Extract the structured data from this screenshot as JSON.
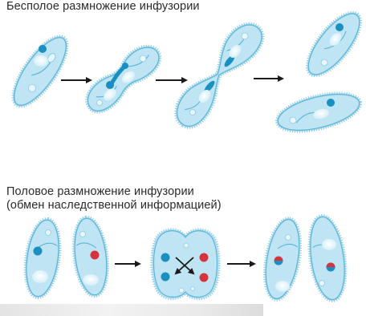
{
  "captions": {
    "asexual_title": "Бесполое размножение инфузории",
    "sexual_title_line1": "Половое размножение инфузории",
    "sexual_title_line2": "(обмен наследственной информацией)"
  },
  "colors": {
    "cell_fill": "#bfe4f3",
    "cell_outline": "#5ab4d8",
    "cilia": "#8ccbe6",
    "macronucleus": "#f2fbff",
    "micronucleus_blue": "#1a8fc0",
    "micronucleus_red": "#d7333e",
    "arrow": "#1a1a1a"
  },
  "icons": {
    "arrow": "right-arrow-icon",
    "exchange": "crossed-arrows-icon"
  }
}
